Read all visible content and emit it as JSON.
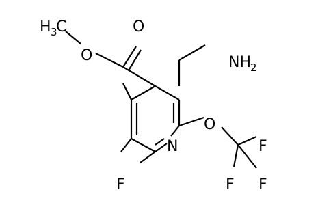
{
  "molecule": {
    "atoms": {
      "methyl_h": "H",
      "methyl_h_count": "3",
      "methyl_c": "C",
      "ester_o_single": "O",
      "carbonyl_o": "O",
      "amine_n": "NH",
      "amine_h_count": "2",
      "ring_n": "N",
      "ether_o": "O",
      "ring_f": "F",
      "cf3_f_top": "F",
      "cf3_f_left": "F",
      "cf3_f_right": "F"
    },
    "colors": {
      "bond": "#000000",
      "label": "#000000",
      "background": "#ffffff"
    }
  }
}
